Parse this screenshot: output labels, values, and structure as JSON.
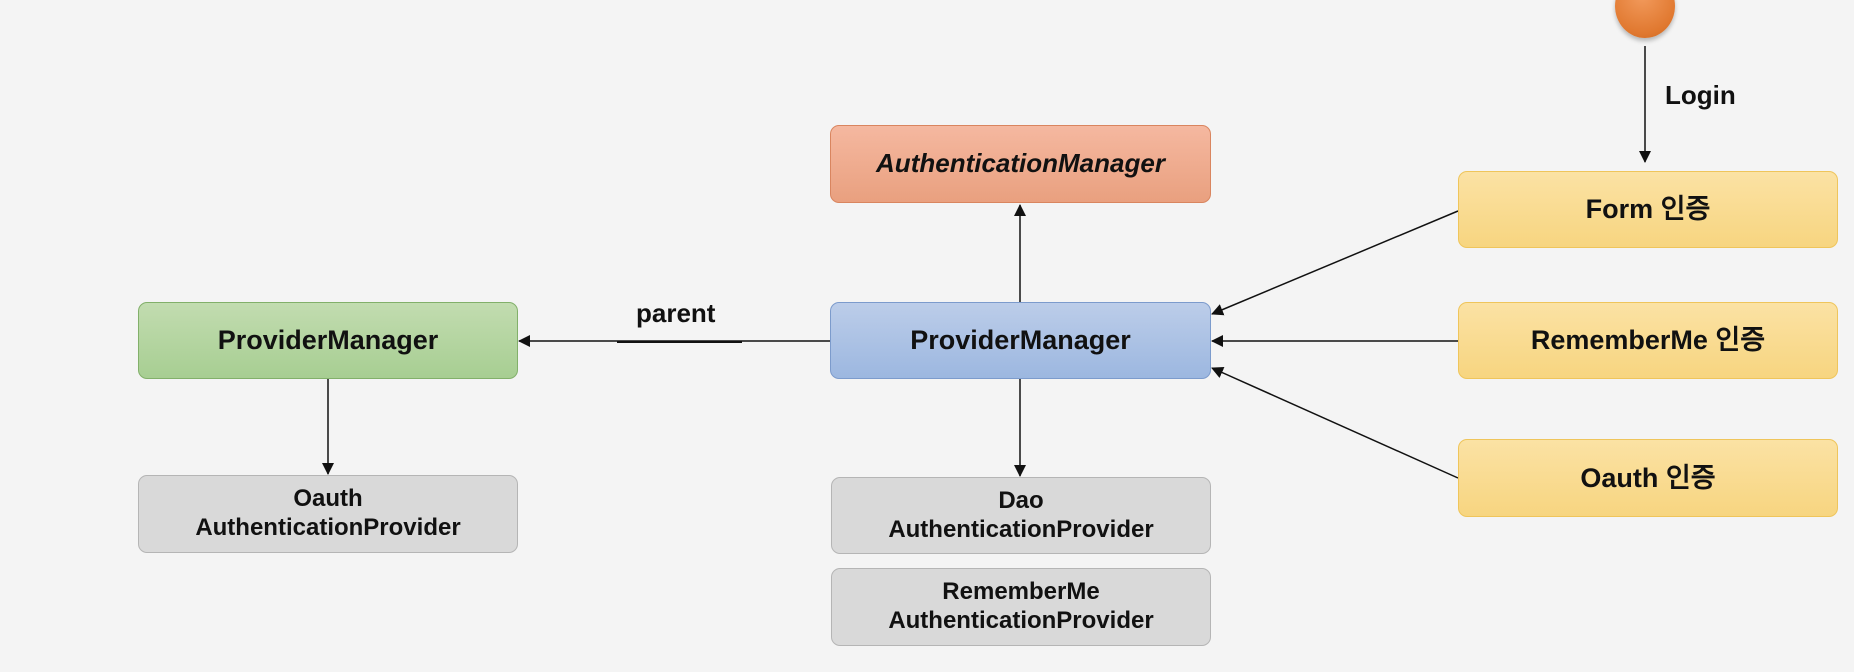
{
  "nodes": {
    "authentication_manager": "AuthenticationManager",
    "provider_manager_main": "ProviderManager",
    "provider_manager_parent": "ProviderManager",
    "oauth_provider": {
      "line1": "Oauth",
      "line2": "AuthenticationProvider"
    },
    "dao_provider": {
      "line1": "Dao",
      "line2": "AuthenticationProvider"
    },
    "rememberme_provider": {
      "line1": "RememberMe",
      "line2": "AuthenticationProvider"
    },
    "form_auth": "Form 인증",
    "rememberme_auth": "RememberMe 인증",
    "oauth_auth": "Oauth 인증"
  },
  "edge_labels": {
    "parent": "parent",
    "login": "Login"
  },
  "colors": {
    "orange": "#e9a07f",
    "blue": "#9cb7e0",
    "green": "#a7ce92",
    "gray": "#d9d9d9",
    "yellow": "#f7d580",
    "start_circle": "#e0782f",
    "line": "#111111"
  }
}
